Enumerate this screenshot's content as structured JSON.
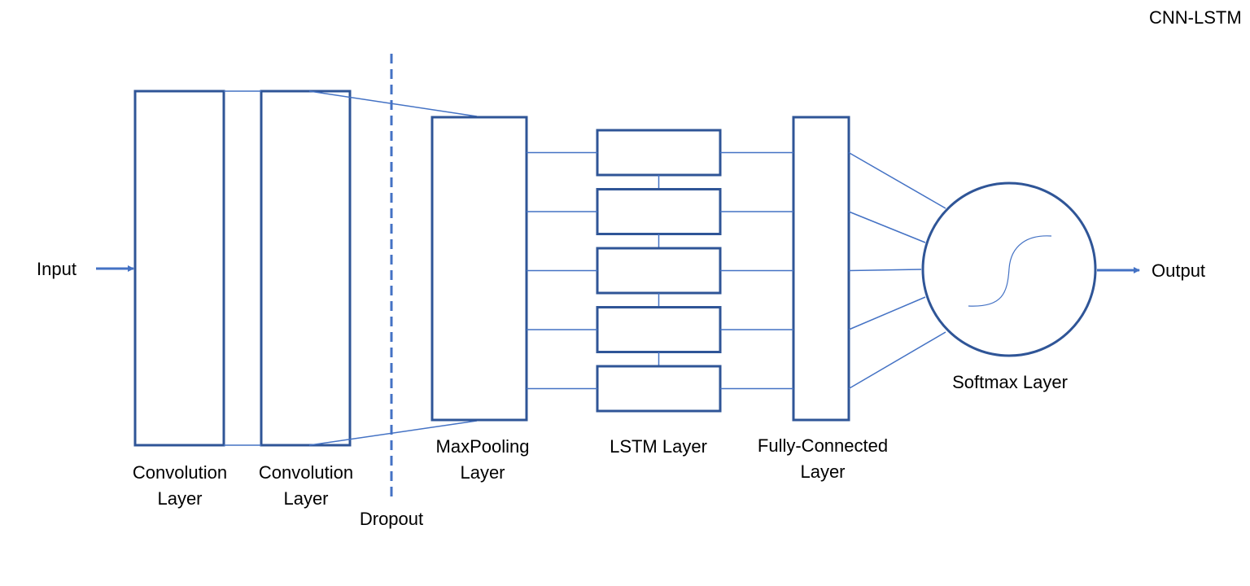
{
  "title": "CNN-LSTM",
  "colors": {
    "box_stroke": "#2F5597",
    "connector": "#4472C4",
    "text": "#000000",
    "background": "#FFFFFF"
  },
  "labels": {
    "input": "Input",
    "output": "Output",
    "conv1": [
      "Convolution",
      "Layer"
    ],
    "conv2": [
      "Convolution",
      "Layer"
    ],
    "dropout": "Dropout",
    "maxpool": [
      "MaxPooling",
      "Layer"
    ],
    "lstm": "LSTM Layer",
    "fc": [
      "Fully-Connected",
      "Layer"
    ],
    "softmax": "Softmax Layer"
  },
  "lstm_cell_count": 5
}
